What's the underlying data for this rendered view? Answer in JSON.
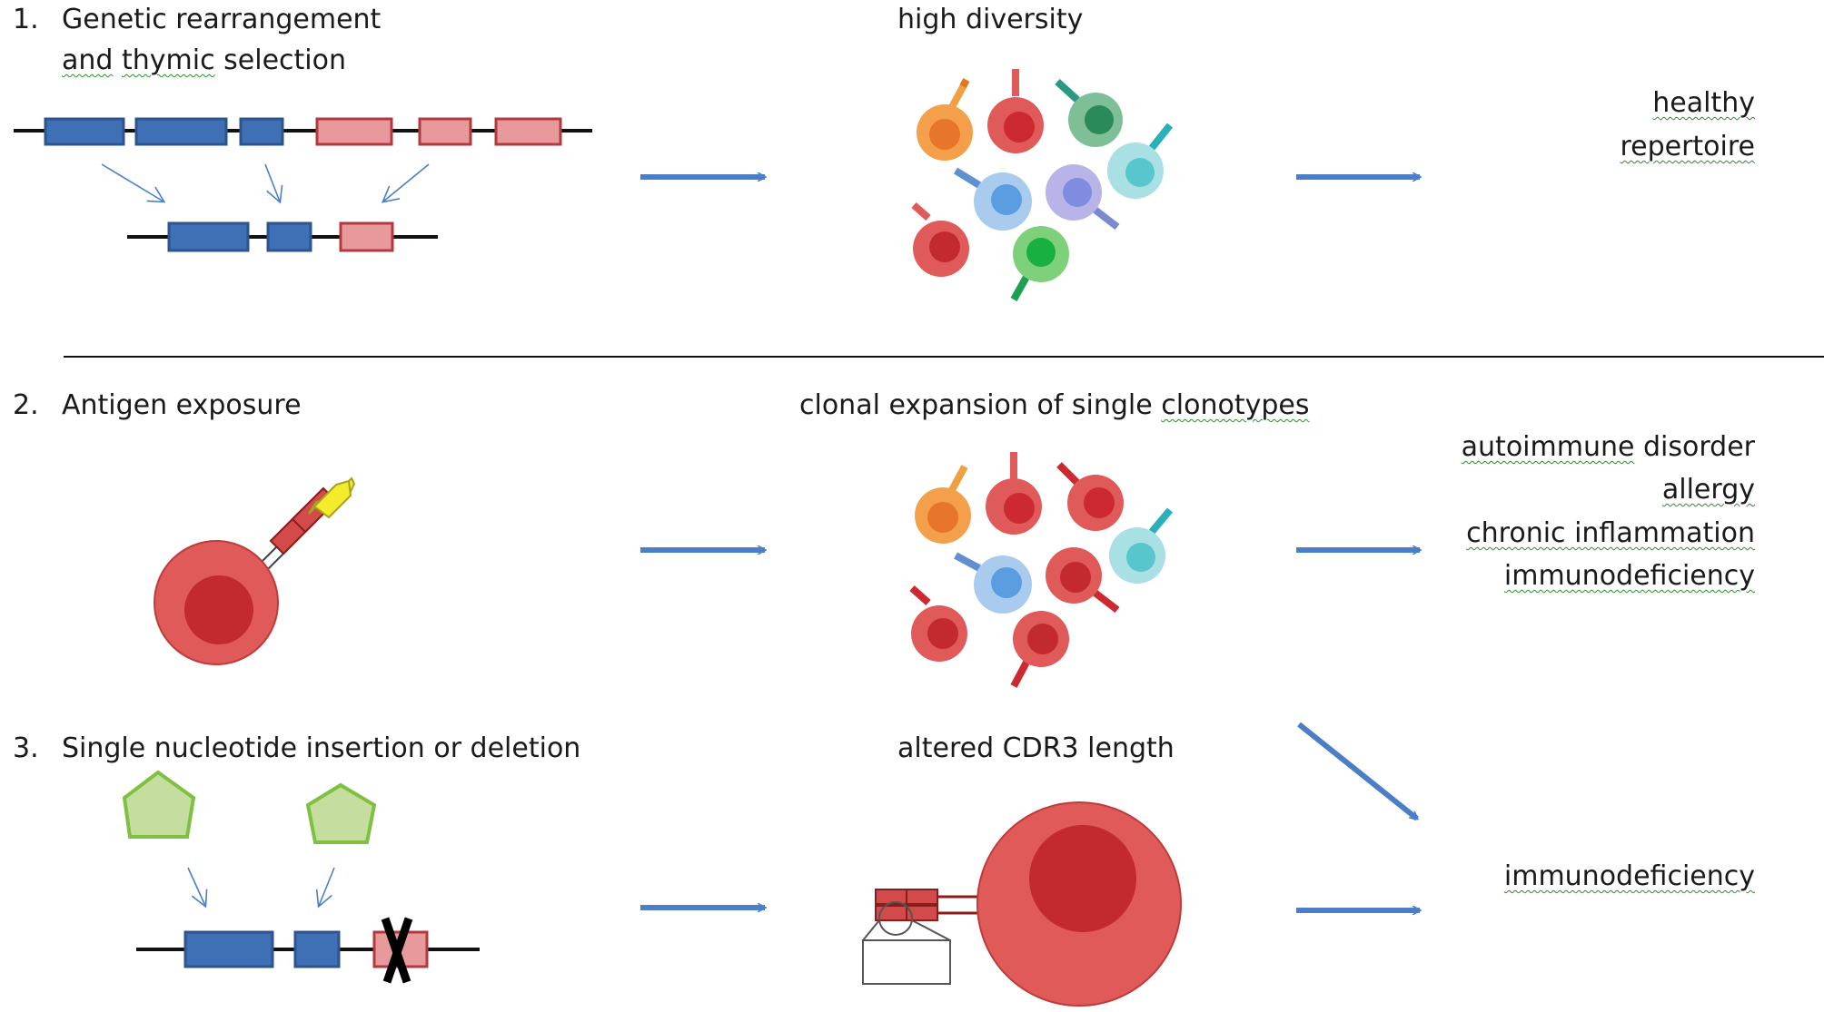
{
  "rows": [
    {
      "number": "1.",
      "heading_line1": "Genetic rearrangement",
      "heading_line2_a": "and",
      "heading_line2_b": "thymic",
      "heading_line2_c": "selection",
      "result_label": "high diversity",
      "outcomes": [
        "healthy",
        "repertoire"
      ]
    },
    {
      "number": "2.",
      "heading": "Antigen exposure",
      "result_label_a": "clonal expansion of single",
      "result_label_b": "clonotypes",
      "outcomes_a": "autoimmune",
      "outcomes_a2": "disorder",
      "outcomes": [
        "allergy",
        "chronic inflammation",
        "immunodeficiency"
      ]
    },
    {
      "number": "3.",
      "heading": "Single nucleotide insertion or deletion",
      "result_label": "altered CDR3 length",
      "outcome": "immunodeficiency"
    }
  ],
  "colors": {
    "gene_blue": "#3f6fb4",
    "gene_pink": "#e8999c",
    "arrow_blue": "#4a7fc8",
    "cell_red": "#e05a5a",
    "antigen_yellow": "#f2ec2a",
    "pentagon_green": "#c6dda0"
  },
  "icons": [
    "t-cell-icon",
    "antigen-icon",
    "pentagon-icon",
    "deletion-cross-icon",
    "gene-segment-icon"
  ]
}
